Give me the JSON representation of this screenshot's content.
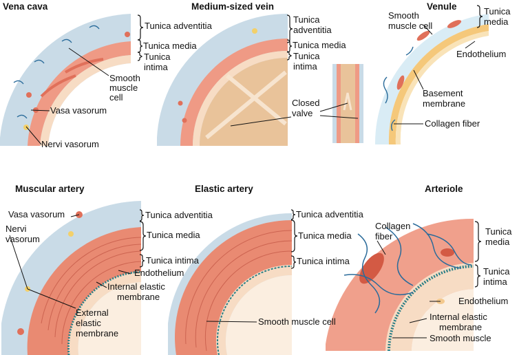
{
  "panels": {
    "vena_cava": {
      "title": "Vena cava",
      "labels": {
        "tunica_adventitia": "Tunica adventitia",
        "tunica_media": "Tunica media",
        "tunica_intima_1": "Tunica",
        "tunica_intima_2": "intima",
        "smooth_muscle_1": "Smooth",
        "smooth_muscle_2": "muscle",
        "smooth_muscle_3": "cell",
        "vasa_vasorum": "Vasa vasorum",
        "nervi_vasorum": "Nervi vasorum"
      }
    },
    "medium_vein": {
      "title": "Medium-sized vein",
      "labels": {
        "tunica_adventitia_1": "Tunica",
        "tunica_adventitia_2": "adventitia",
        "tunica_media": "Tunica media",
        "tunica_intima_1": "Tunica",
        "tunica_intima_2": "intima",
        "closed_valve_1": "Closed",
        "closed_valve_2": "valve"
      }
    },
    "venule": {
      "title": "Venule",
      "labels": {
        "smooth_muscle_1": "Smooth",
        "smooth_muscle_2": "muscle cell",
        "tunica_media_1": "Tunica",
        "tunica_media_2": "media",
        "endothelium": "Endothelium",
        "basement_membrane_1": "Basement",
        "basement_membrane_2": "membrane",
        "collagen_fiber": "Collagen fiber"
      }
    },
    "muscular_artery": {
      "title": "Muscular artery",
      "labels": {
        "vasa_vasorum": "Vasa vasorum",
        "nervi_vasorum_1": "Nervi",
        "nervi_vasorum_2": "vasorum",
        "tunica_adventitia": "Tunica adventitia",
        "tunica_media": "Tunica media",
        "tunica_intima": "Tunica intima",
        "endothelium": "Endothelium",
        "internal_elastic_1": "Internal elastic",
        "internal_elastic_2": "membrane",
        "external_elastic_1": "External",
        "external_elastic_2": "elastic",
        "external_elastic_3": "membrane"
      }
    },
    "elastic_artery": {
      "title": "Elastic artery",
      "labels": {
        "tunica_adventitia": "Tunica adventitia",
        "tunica_media": "Tunica media",
        "tunica_intima": "Tunica intima",
        "smooth_muscle_cell": "Smooth muscle cell"
      }
    },
    "arteriole": {
      "title": "Arteriole",
      "labels": {
        "collagen_fiber_1": "Collagen",
        "collagen_fiber_2": "fiber",
        "tunica_media_1": "Tunica",
        "tunica_media_2": "media",
        "tunica_intima_1": "Tunica",
        "tunica_intima_2": "intima",
        "endothelium": "Endothelium",
        "internal_elastic_1": "Internal elastic",
        "internal_elastic_2": "membrane",
        "smooth_muscle": "Smooth muscle"
      }
    }
  },
  "colors": {
    "adventitia": "#c9dbe7",
    "media": "#ef9a85",
    "media_dark": "#e0705a",
    "intima": "#f7dcc4",
    "lumen": "#e9c39a",
    "elastic": "#2b7f86",
    "fiber": "#2a6b9a"
  }
}
